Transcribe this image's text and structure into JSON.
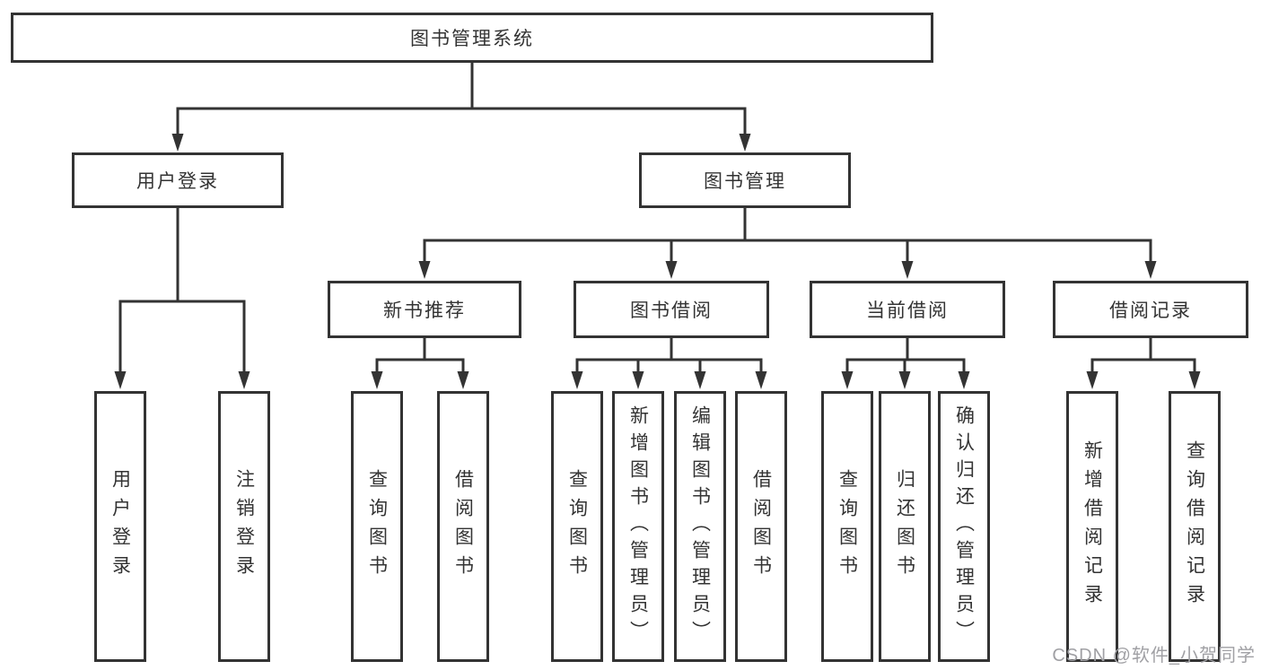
{
  "watermark": {
    "text": "CSDN @软件_小贺同学",
    "color": "#a0a0a4"
  },
  "colors": {
    "line": "#333333",
    "border": "#333333",
    "text": "#333333",
    "background": "#ffffff",
    "watermark": "#a0a0a4"
  },
  "tree": {
    "root": {
      "label": "图书管理系统"
    },
    "branches": [
      {
        "label": "用户登录",
        "children": [
          {
            "label": "用户登录"
          },
          {
            "label": "注销登录"
          }
        ]
      },
      {
        "label": "图书管理",
        "children": [
          {
            "label": "新书推荐",
            "children": [
              {
                "label": "查询图书"
              },
              {
                "label": "借阅图书"
              }
            ]
          },
          {
            "label": "图书借阅",
            "children": [
              {
                "label": "查询图书"
              },
              {
                "label": "新增图书（管理员）"
              },
              {
                "label": "编辑图书（管理员）"
              },
              {
                "label": "借阅图书"
              }
            ]
          },
          {
            "label": "当前借阅",
            "children": [
              {
                "label": "查询图书"
              },
              {
                "label": "归还图书"
              },
              {
                "label": "确认归还（管理员）"
              }
            ]
          },
          {
            "label": "借阅记录",
            "children": [
              {
                "label": "新增借阅记录"
              },
              {
                "label": "查询借阅记录"
              }
            ]
          }
        ]
      }
    ]
  }
}
